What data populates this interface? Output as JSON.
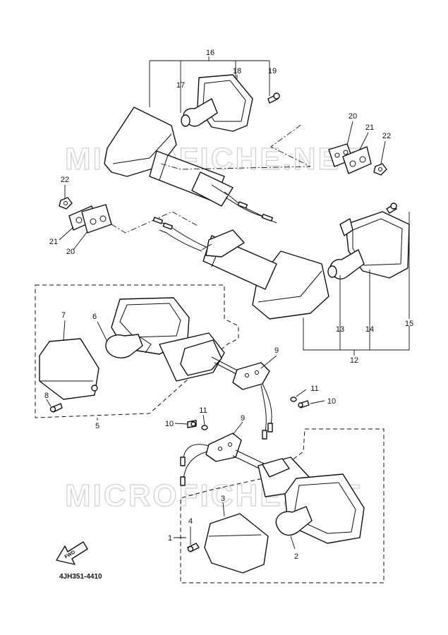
{
  "diagram_code": "4JH351-4410",
  "watermark": "MICROFICHE.NET",
  "fwd_label": "FWD",
  "callouts": {
    "n1": "1",
    "n2": "2",
    "n3": "3",
    "n4": "4",
    "n5": "5",
    "n6": "6",
    "n7": "7",
    "n8": "8",
    "n9a": "9",
    "n9b": "9",
    "n10a": "10",
    "n10b": "10",
    "n11a": "11",
    "n11b": "11",
    "n12": "12",
    "n13": "13",
    "n14": "14",
    "n15": "15",
    "n16": "16",
    "n17": "17",
    "n18": "18",
    "n19": "19",
    "n20a": "20",
    "n20b": "20",
    "n21a": "21",
    "n21b": "21",
    "n22a": "22",
    "n22b": "22"
  }
}
